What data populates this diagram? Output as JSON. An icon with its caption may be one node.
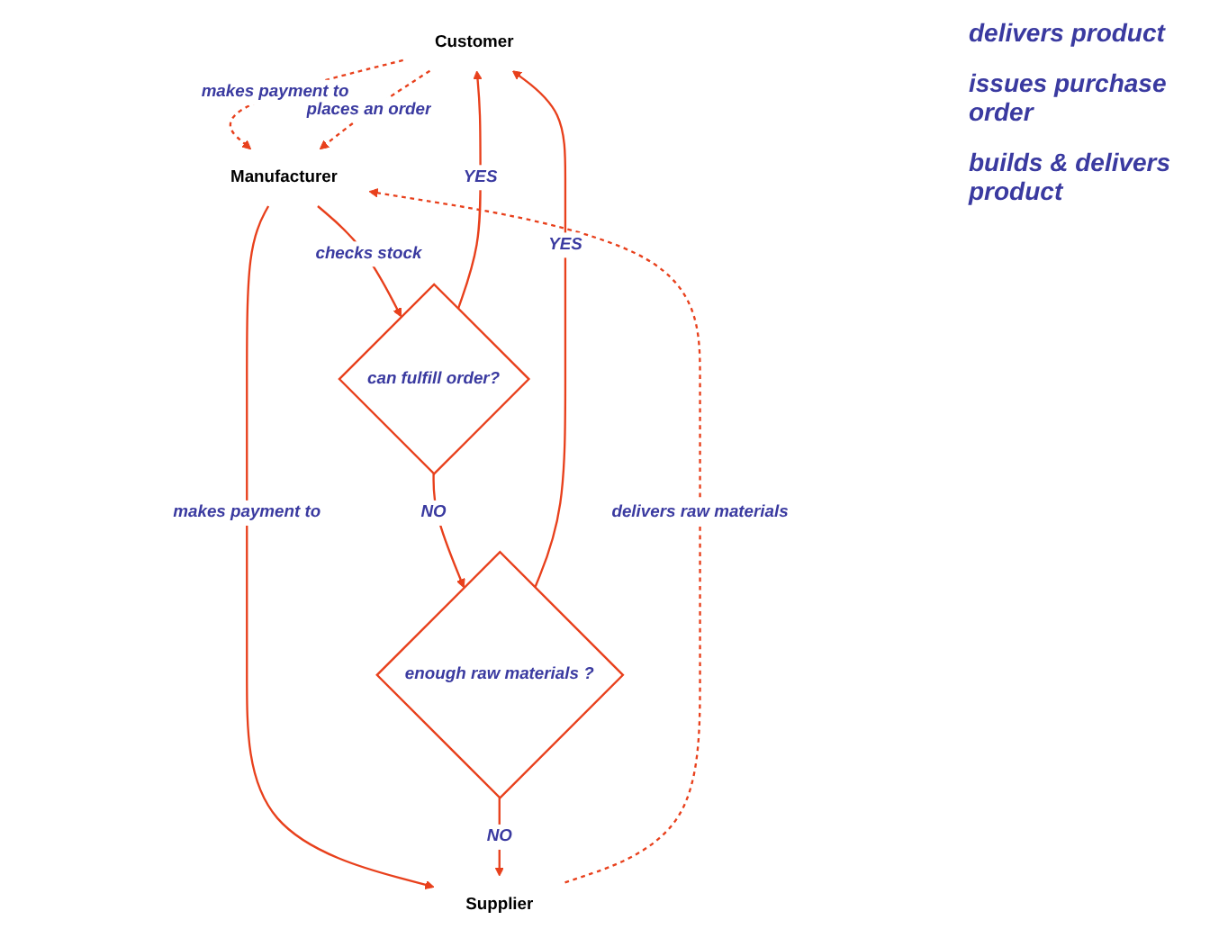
{
  "diagram": {
    "nodes": [
      {
        "text": [
          "Customer"
        ]
      },
      {
        "text": [
          "Manufacturer"
        ]
      },
      {
        "text": [
          "Supplier"
        ]
      },
      {
        "text": [
          "can fulfill order?"
        ]
      },
      {
        "text": [
          "enough raw materials ?"
        ]
      }
    ],
    "edges": [
      {
        "from": 0,
        "to": 1,
        "arrow": "to",
        "label": "makes payment to",
        "style": "dashed"
      },
      {
        "from": 0,
        "to": 1,
        "arrow": "to",
        "label": "places an order",
        "style": "dashed"
      },
      {
        "from": 2,
        "to": 1,
        "arrow": "to",
        "label": "delivers raw materials",
        "style": "dashed"
      },
      {
        "from": 1,
        "to": 2,
        "arrow": "to",
        "label": "makes payment to"
      },
      {
        "from": 1,
        "to": 3,
        "arrow": "to",
        "label": "checks stock"
      },
      {
        "from": 3,
        "to": 0,
        "arrow": "to",
        "label": "YES"
      },
      {
        "from": 3,
        "to": 4,
        "arrow": "to",
        "label": "NO"
      },
      {
        "from": 4,
        "to": 0,
        "arrow": "to",
        "label": "YES"
      },
      {
        "from": 4,
        "to": 2,
        "arrow": "to",
        "label": "NO"
      }
    ],
    "labels": [
      "delivers product",
      "issues purchase order",
      "builds & delivers product"
    ]
  }
}
